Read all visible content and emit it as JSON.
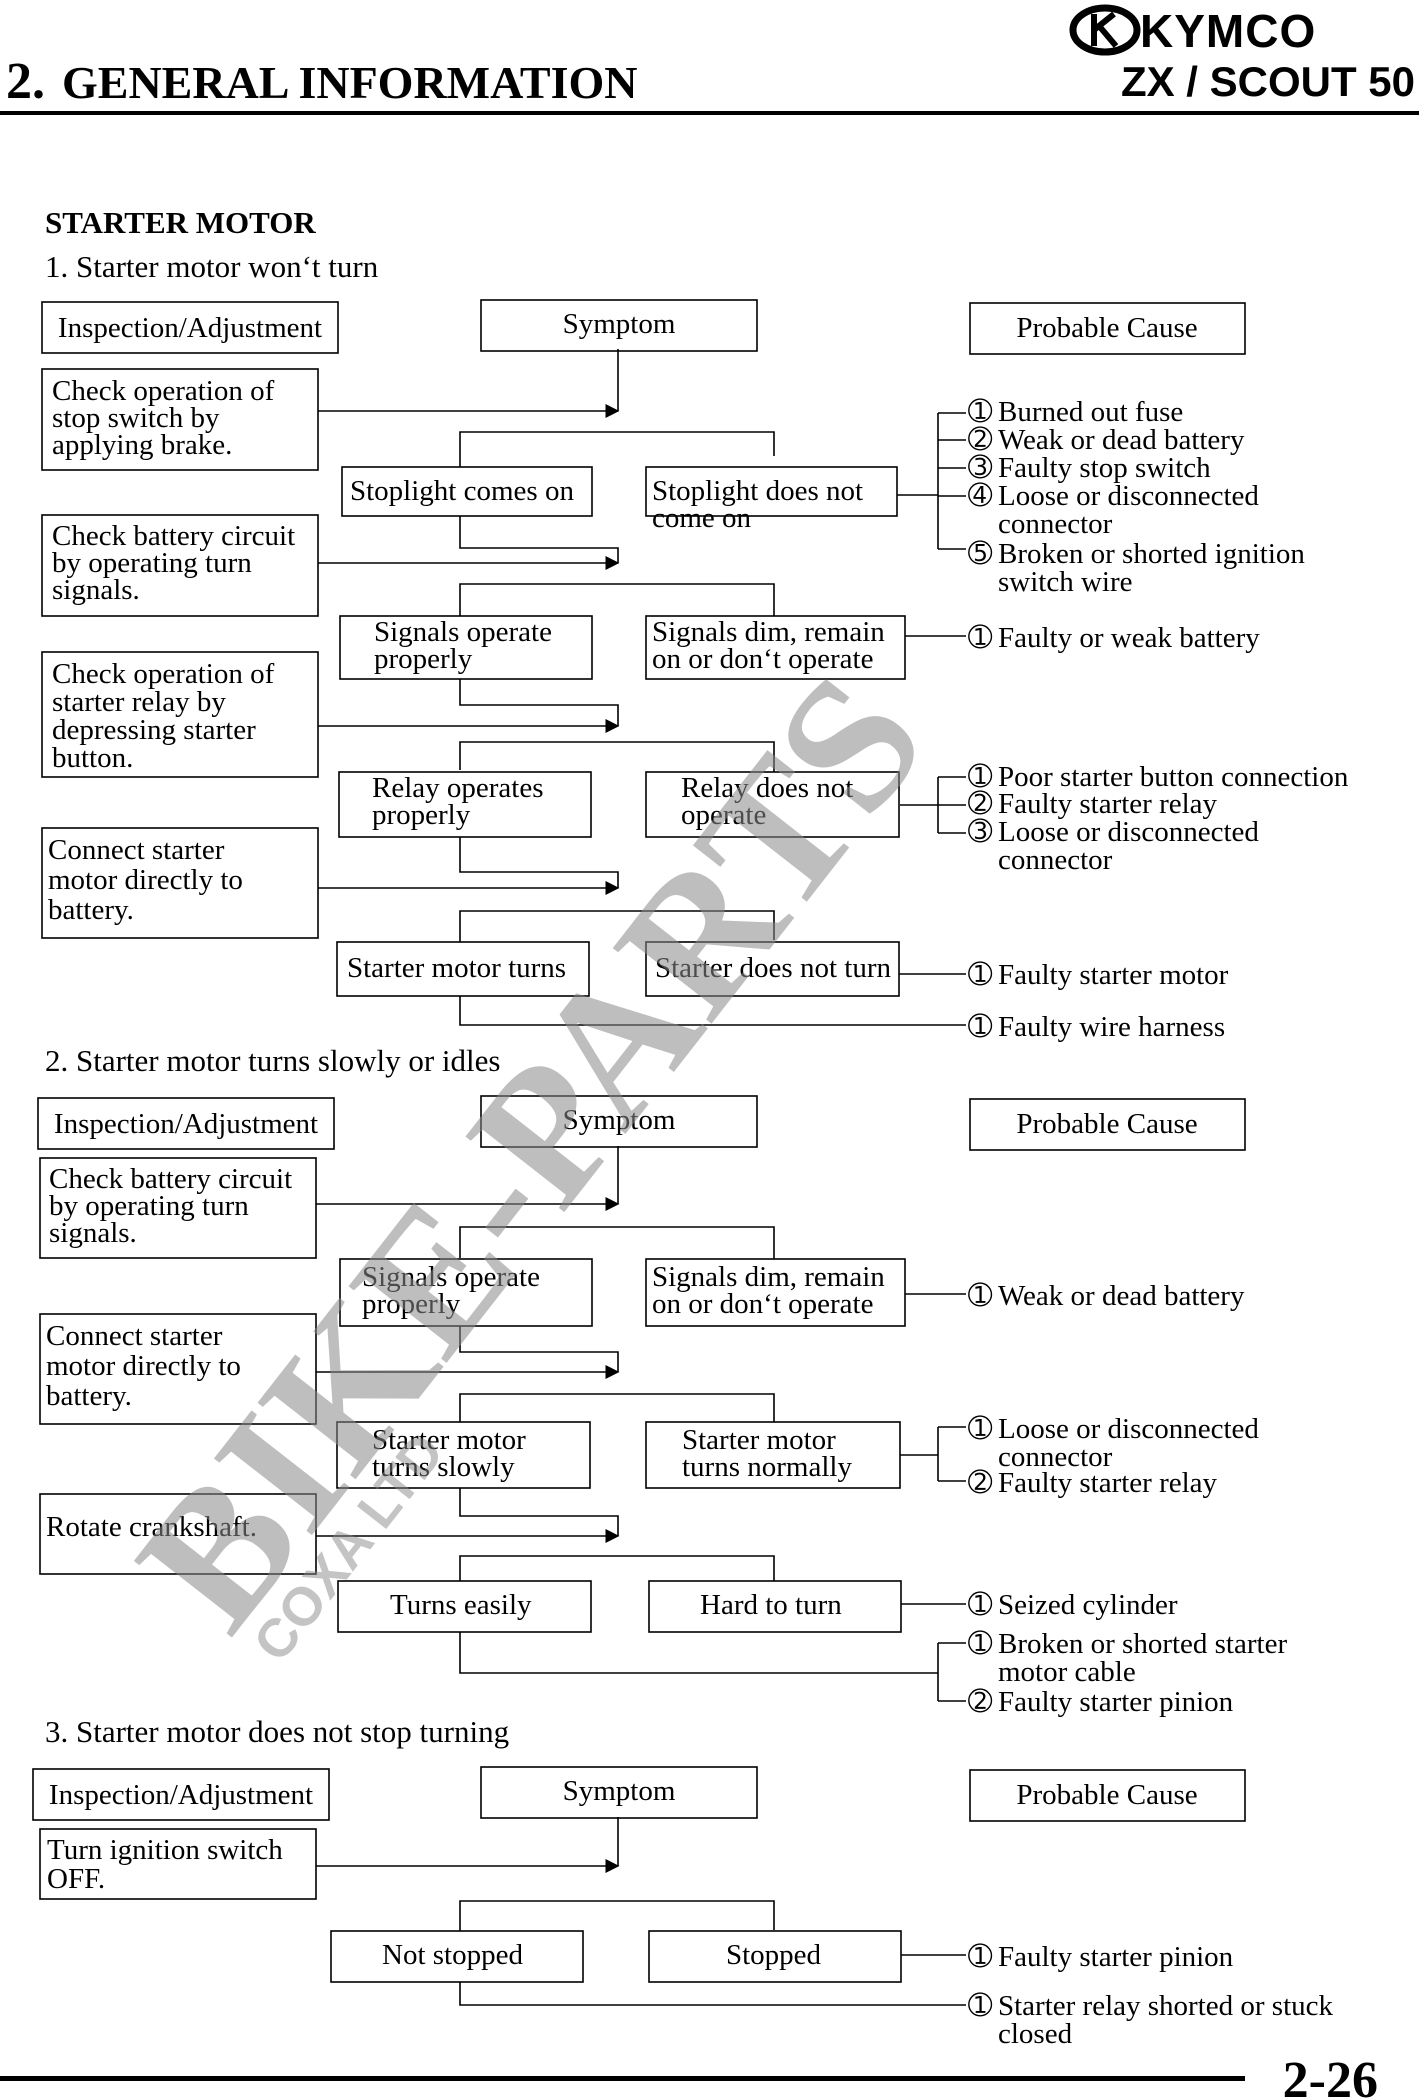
{
  "header": {
    "section_number": "2.",
    "section_title": "GENERAL INFORMATION",
    "brand": "KYMCO",
    "model": "ZX / SCOUT 50"
  },
  "watermark": {
    "main": "BIKE-PARTS",
    "sub": "COXA LTD"
  },
  "section_title": "STARTER MOTOR",
  "col_headers": {
    "inspection": "Inspection/Adjustment",
    "symptom": "Symptom",
    "cause": "Probable Cause"
  },
  "part1": {
    "title": "1. Starter motor won‘t turn",
    "checks": [
      [
        "Check operation of",
        "stop switch by",
        "applying brake."
      ],
      [
        "Check battery circuit",
        "by operating turn",
        "signals."
      ],
      [
        "Check operation of",
        "starter relay by",
        "depressing starter",
        "button."
      ],
      [
        "Connect starter",
        "motor directly to",
        "battery."
      ]
    ],
    "symptoms": [
      {
        "left": [
          "Stoplight comes on"
        ],
        "right": [
          "Stoplight does not",
          "come on"
        ]
      },
      {
        "left": [
          "Signals operate",
          "properly"
        ],
        "right": [
          "Signals dim, remain",
          "on or don‘t operate"
        ]
      },
      {
        "left": [
          "Relay operates",
          "properly"
        ],
        "right": [
          "Relay does not",
          "operate"
        ]
      },
      {
        "left": [
          "Starter motor turns"
        ],
        "right": [
          "Starter does not turn"
        ]
      }
    ],
    "causes": [
      {
        "num": "➀",
        "lines": [
          "Burned out fuse"
        ]
      },
      {
        "num": "➁",
        "lines": [
          "Weak or dead battery"
        ]
      },
      {
        "num": "➂",
        "lines": [
          "Faulty stop switch"
        ]
      },
      {
        "num": "➃",
        "lines": [
          "Loose or disconnected",
          "connector"
        ]
      },
      {
        "num": "➄",
        "lines": [
          "Broken or shorted ignition",
          "switch wire"
        ]
      },
      {
        "num": "➀",
        "lines": [
          "Faulty or weak battery"
        ]
      },
      {
        "num": "➀",
        "lines": [
          "Poor starter button connection"
        ]
      },
      {
        "num": "➁",
        "lines": [
          "Faulty starter relay"
        ]
      },
      {
        "num": "➂",
        "lines": [
          "Loose or disconnected",
          "connector"
        ]
      },
      {
        "num": "➀",
        "lines": [
          "Faulty starter motor"
        ]
      },
      {
        "num": "➀",
        "lines": [
          "Faulty wire harness"
        ]
      }
    ]
  },
  "part2": {
    "title": "2. Starter motor turns slowly or idles",
    "checks": [
      [
        "Check battery circuit",
        "by operating turn",
        "signals."
      ],
      [
        "Connect starter",
        "motor directly to",
        "battery."
      ],
      [
        "Rotate crankshaft."
      ]
    ],
    "symptoms": [
      {
        "left": [
          "Signals operate",
          "properly"
        ],
        "right": [
          "Signals dim, remain",
          "on or don‘t operate"
        ]
      },
      {
        "left": [
          "Starter motor",
          "turns slowly"
        ],
        "right": [
          "Starter motor",
          "turns normally"
        ]
      },
      {
        "left": [
          "Turns easily"
        ],
        "right": [
          "Hard to turn"
        ]
      }
    ],
    "causes": [
      {
        "num": "➀",
        "lines": [
          "Weak or dead battery"
        ]
      },
      {
        "num": "➀",
        "lines": [
          "Loose or disconnected",
          "connector"
        ]
      },
      {
        "num": "➁",
        "lines": [
          "Faulty starter relay"
        ]
      },
      {
        "num": "➀",
        "lines": [
          "Seized cylinder"
        ]
      },
      {
        "num": "➀",
        "lines": [
          "Broken or shorted starter",
          "motor cable"
        ]
      },
      {
        "num": "➁",
        "lines": [
          "Faulty starter pinion"
        ]
      }
    ]
  },
  "part3": {
    "title": "3. Starter motor does not stop turning",
    "checks": [
      [
        "Turn ignition switch",
        "OFF."
      ]
    ],
    "symptoms": [
      {
        "left": [
          "Not stopped"
        ],
        "right": [
          "Stopped"
        ]
      }
    ],
    "causes": [
      {
        "num": "➀",
        "lines": [
          "Faulty starter pinion"
        ]
      },
      {
        "num": "➀",
        "lines": [
          "Starter relay shorted or stuck",
          "closed"
        ]
      }
    ]
  },
  "footer": {
    "page_number": "2-26"
  }
}
